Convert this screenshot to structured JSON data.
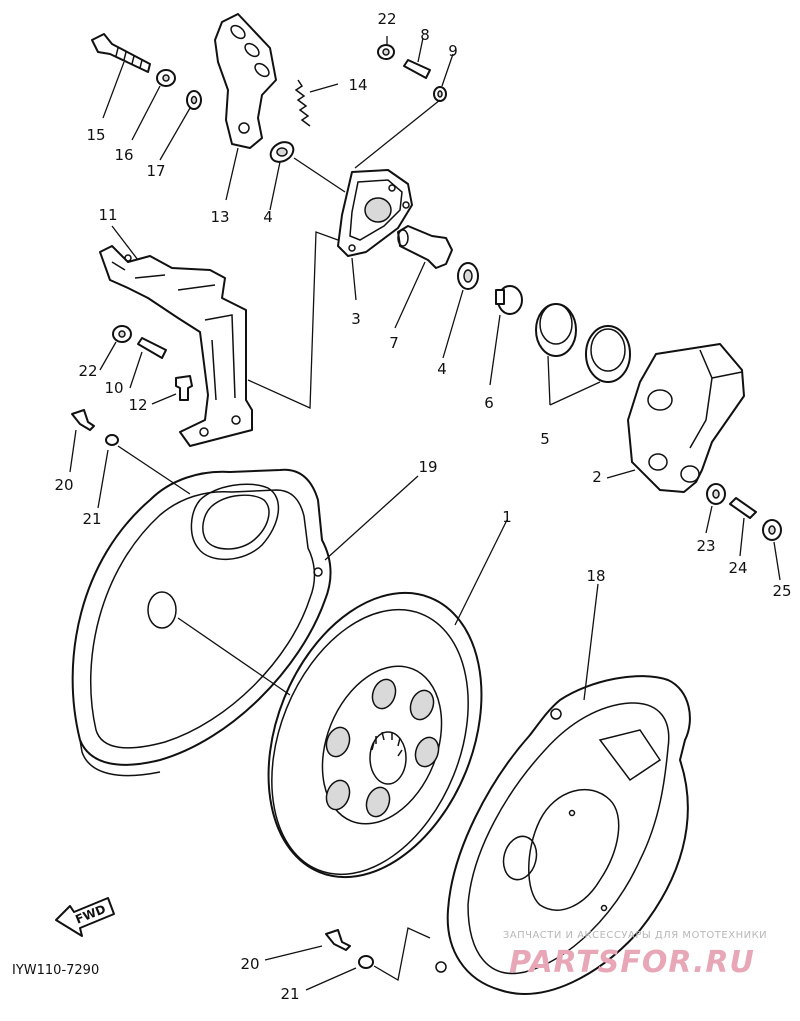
{
  "diagram_ref": "IYW110-7290",
  "fwd_label": "FWD",
  "watermark": {
    "line1": "ЗАПЧАСТИ И АКСЕССУАРЫ ДЛЯ МОТОТЕХНИКИ",
    "line2": "PARTSFOR.RU"
  },
  "callouts": [
    {
      "id": "c1",
      "text": "1"
    },
    {
      "id": "c2",
      "text": "2"
    },
    {
      "id": "c3",
      "text": "3"
    },
    {
      "id": "c4a",
      "text": "4"
    },
    {
      "id": "c4b",
      "text": "4"
    },
    {
      "id": "c5",
      "text": "5"
    },
    {
      "id": "c6",
      "text": "6"
    },
    {
      "id": "c7",
      "text": "7"
    },
    {
      "id": "c8",
      "text": "8"
    },
    {
      "id": "c9",
      "text": "9"
    },
    {
      "id": "c10",
      "text": "10"
    },
    {
      "id": "c11",
      "text": "11"
    },
    {
      "id": "c12",
      "text": "12"
    },
    {
      "id": "c13",
      "text": "13"
    },
    {
      "id": "c14",
      "text": "14"
    },
    {
      "id": "c15",
      "text": "15"
    },
    {
      "id": "c16",
      "text": "16"
    },
    {
      "id": "c17",
      "text": "17"
    },
    {
      "id": "c18",
      "text": "18"
    },
    {
      "id": "c19",
      "text": "19"
    },
    {
      "id": "c20a",
      "text": "20"
    },
    {
      "id": "c20b",
      "text": "20"
    },
    {
      "id": "c21a",
      "text": "21"
    },
    {
      "id": "c21b",
      "text": "21"
    },
    {
      "id": "c22a",
      "text": "22"
    },
    {
      "id": "c22b",
      "text": "22"
    },
    {
      "id": "c23",
      "text": "23"
    },
    {
      "id": "c24",
      "text": "24"
    },
    {
      "id": "c25",
      "text": "25"
    }
  ]
}
